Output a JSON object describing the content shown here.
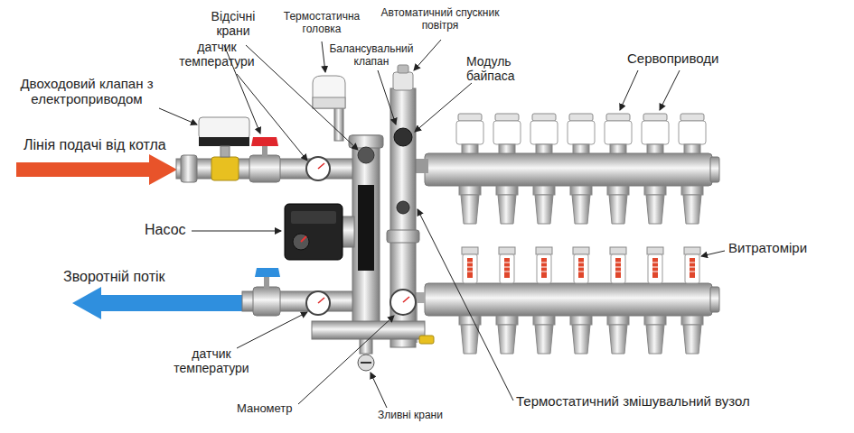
{
  "diagram": {
    "labels": [
      "Відсічні крани",
      "Термостатична головка",
      "Автоматичний спускник повітря",
      "датчик температури",
      "Балансувальний клапан",
      "Модуль байпаса",
      "Сервоприводи",
      "Двоходовий клапан з електроприводом",
      "Лінія подачі від котла",
      "Насос",
      "Витратоміри",
      "Зворотній потік",
      "датчик температури",
      "Манометр",
      "Зливні крани",
      "Термостатичний змішувальний вузол"
    ]
  }
}
